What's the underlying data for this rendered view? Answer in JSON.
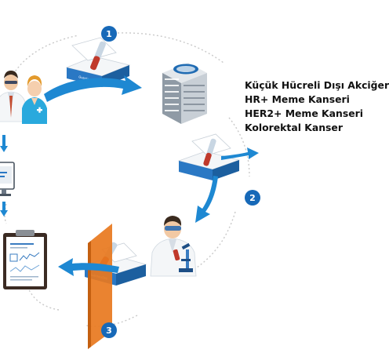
{
  "steps": [
    {
      "number": "1"
    },
    {
      "number": "2"
    },
    {
      "number": "3"
    }
  ],
  "cancer_types": [
    "Küçük Hücreli Dışı Akciğer",
    "HR+ Meme Kanseri",
    "HER2+ Meme Kanseri",
    "Kolorektal Kanser"
  ],
  "icons": {
    "doctors": "doctors-icon",
    "computer": "computer-icon",
    "clipboard": "clipboard-report-icon",
    "lab_building": "lab-building-icon",
    "scientist": "scientist-microscope-icon",
    "kit_box": "sample-kit-box-icon"
  },
  "colors": {
    "flow_blue": "#1e88d2",
    "badge_blue": "#1769b8",
    "orange_panel": "#e8781e",
    "box_blue": "#2a78c4"
  }
}
